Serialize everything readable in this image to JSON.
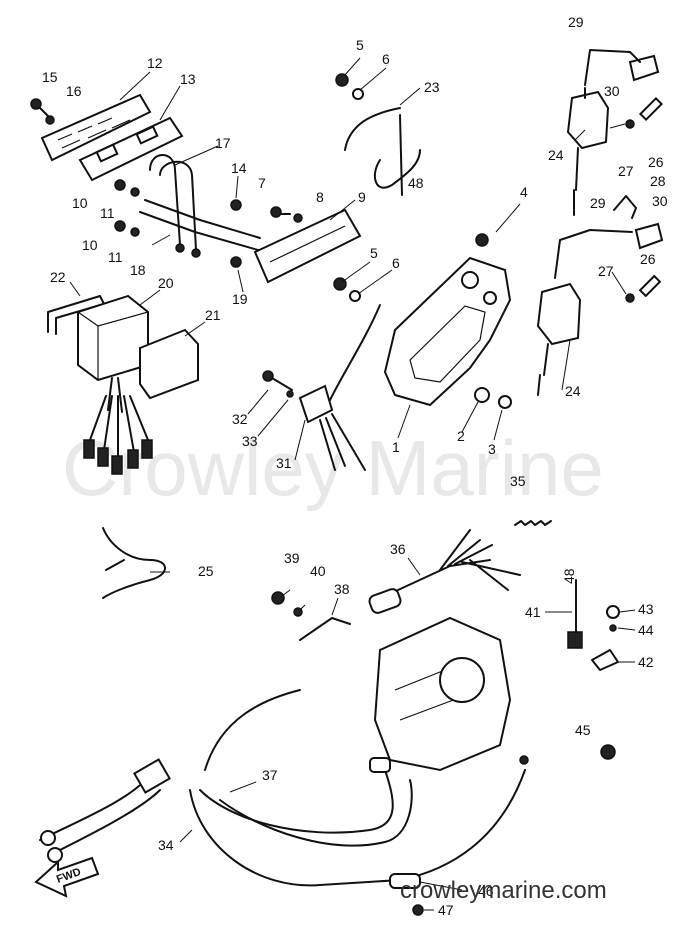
{
  "watermark": "Crowley Marine",
  "footer": "crowleymarine.com",
  "fwd_label": "FWD",
  "callouts": [
    {
      "id": "c1",
      "text": "1"
    },
    {
      "id": "c2",
      "text": "2"
    },
    {
      "id": "c3",
      "text": "3"
    },
    {
      "id": "c4",
      "text": "4"
    },
    {
      "id": "c5a",
      "text": "5"
    },
    {
      "id": "c5b",
      "text": "5"
    },
    {
      "id": "c6a",
      "text": "6"
    },
    {
      "id": "c6b",
      "text": "6"
    },
    {
      "id": "c7",
      "text": "7"
    },
    {
      "id": "c8",
      "text": "8"
    },
    {
      "id": "c9",
      "text": "9"
    },
    {
      "id": "c10a",
      "text": "10"
    },
    {
      "id": "c10b",
      "text": "10"
    },
    {
      "id": "c11a",
      "text": "11"
    },
    {
      "id": "c11b",
      "text": "11"
    },
    {
      "id": "c12",
      "text": "12"
    },
    {
      "id": "c13",
      "text": "13"
    },
    {
      "id": "c14",
      "text": "14"
    },
    {
      "id": "c15",
      "text": "15"
    },
    {
      "id": "c16",
      "text": "16"
    },
    {
      "id": "c17",
      "text": "17"
    },
    {
      "id": "c18",
      "text": "18"
    },
    {
      "id": "c19",
      "text": "19"
    },
    {
      "id": "c20",
      "text": "20"
    },
    {
      "id": "c21",
      "text": "21"
    },
    {
      "id": "c22",
      "text": "22"
    },
    {
      "id": "c23",
      "text": "23"
    },
    {
      "id": "c24a",
      "text": "24"
    },
    {
      "id": "c24b",
      "text": "24"
    },
    {
      "id": "c25",
      "text": "25"
    },
    {
      "id": "c26a",
      "text": "26"
    },
    {
      "id": "c26b",
      "text": "26"
    },
    {
      "id": "c27a",
      "text": "27"
    },
    {
      "id": "c27b",
      "text": "27"
    },
    {
      "id": "c28",
      "text": "28"
    },
    {
      "id": "c29a",
      "text": "29"
    },
    {
      "id": "c29b",
      "text": "29"
    },
    {
      "id": "c30a",
      "text": "30"
    },
    {
      "id": "c30b",
      "text": "30"
    },
    {
      "id": "c31",
      "text": "31"
    },
    {
      "id": "c32",
      "text": "32"
    },
    {
      "id": "c33",
      "text": "33"
    },
    {
      "id": "c34",
      "text": "34"
    },
    {
      "id": "c35",
      "text": "35"
    },
    {
      "id": "c36",
      "text": "36"
    },
    {
      "id": "c37",
      "text": "37"
    },
    {
      "id": "c38",
      "text": "38"
    },
    {
      "id": "c39",
      "text": "39"
    },
    {
      "id": "c40",
      "text": "40"
    },
    {
      "id": "c41",
      "text": "41"
    },
    {
      "id": "c42",
      "text": "42"
    },
    {
      "id": "c43",
      "text": "43"
    },
    {
      "id": "c44",
      "text": "44"
    },
    {
      "id": "c45",
      "text": "45"
    },
    {
      "id": "c46",
      "text": "46"
    },
    {
      "id": "c47",
      "text": "47"
    },
    {
      "id": "c48a",
      "text": "48"
    },
    {
      "id": "c48b",
      "text": "48"
    }
  ]
}
